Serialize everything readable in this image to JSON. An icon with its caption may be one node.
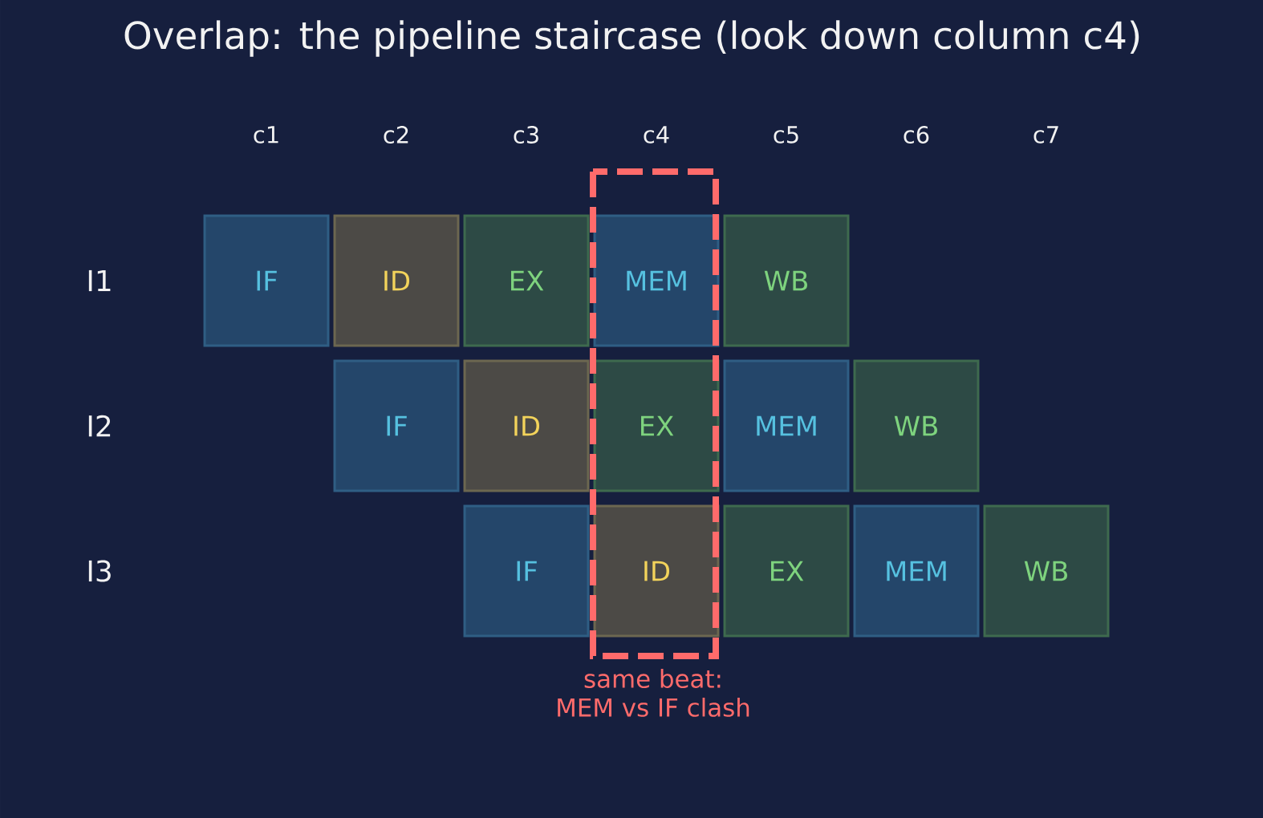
{
  "diagram": {
    "title": "Overlap: the pipeline staircase (look down column c4)",
    "nodes": [
      {
        "text": [
          "IF"
        ]
      },
      {
        "text": [
          "ID"
        ]
      },
      {
        "text": [
          "EX"
        ]
      },
      {
        "text": [
          "MEM"
        ]
      },
      {
        "text": [
          "WB"
        ]
      },
      {
        "text": [
          "IF"
        ]
      },
      {
        "text": [
          "ID"
        ]
      },
      {
        "text": [
          "EX"
        ]
      },
      {
        "text": [
          "MEM"
        ]
      },
      {
        "text": [
          "WB"
        ]
      },
      {
        "text": [
          "IF"
        ]
      },
      {
        "text": [
          "ID"
        ]
      },
      {
        "text": [
          "EX"
        ]
      },
      {
        "text": [
          "MEM"
        ]
      },
      {
        "text": [
          "WB"
        ]
      }
    ],
    "labels": [
      "c1",
      "c2",
      "c3",
      "c4",
      "c5",
      "c6",
      "c7",
      "I1",
      "I2",
      "I3",
      "same beat: MEM vs IF clash"
    ]
  }
}
